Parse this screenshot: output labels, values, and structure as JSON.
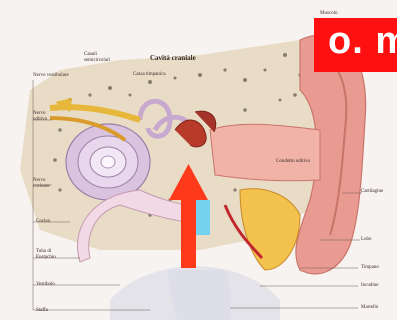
{
  "title": "Cavità craniale",
  "banner": {
    "text": "o. m"
  },
  "labels": {
    "top_right": "Muscolo",
    "canali": "Canali\nsemicircolari",
    "cassa": "Cassa timpanica",
    "vestibolare": "Nervo vestibolare",
    "acustico": "Nervo\nuditivo",
    "cocleare": "Nervo\ncocleare",
    "coclea": "Coclea",
    "tuba": "Tuba di\nEustachio",
    "vestibolo": "Vestibolo",
    "staffa": "Staffa",
    "condotto": "Condotto uditivo",
    "cartilagine": "Cartilagine",
    "lobo": "Lobo",
    "timpano": "Timpano",
    "incudine": "Incudine",
    "martello": "Martello"
  },
  "arrow_color": "#ff3a1a"
}
